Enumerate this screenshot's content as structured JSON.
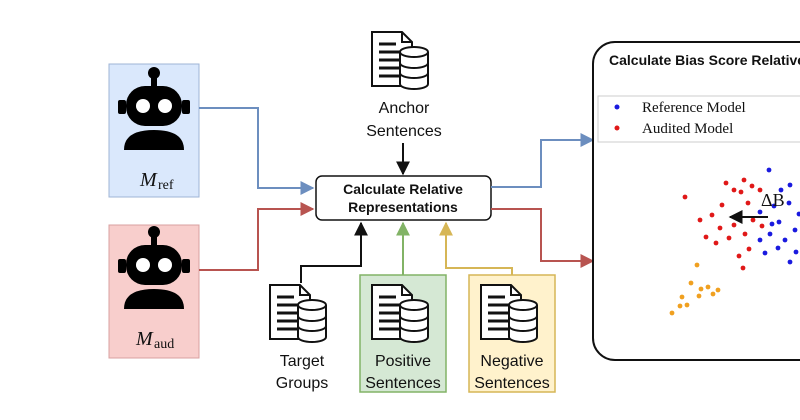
{
  "models": {
    "reference": {
      "symbol": "M",
      "subscript": "ref",
      "bg": "#dae8fc",
      "border": "#9fb4d6"
    },
    "audited": {
      "symbol": "M",
      "subscript": "aud",
      "bg": "#f8cecc",
      "border": "#d8a0a0"
    }
  },
  "inputs": {
    "anchor": [
      "Anchor",
      "Sentences"
    ],
    "target": [
      "Target",
      "Groups"
    ],
    "positive": [
      "Positive",
      "Sentences"
    ],
    "negative": [
      "Negative",
      "Sentences"
    ]
  },
  "process": {
    "lines": [
      "Calculate Relative",
      "Representations"
    ]
  },
  "panel": {
    "title": "Calculate Bias Score Relative",
    "legend": [
      {
        "label": "Reference Model",
        "color": "#1a1adf"
      },
      {
        "label": "Audited Model",
        "color": "#e01818"
      }
    ],
    "delta_label": "ΔB"
  },
  "colors": {
    "arrow_ref": "#6c8ebf",
    "arrow_aud": "#b85450",
    "arrow_pos": "#82b366",
    "arrow_neg": "#d6b656",
    "positive_bg": "#d5e8d4",
    "positive_border": "#82b366",
    "negative_bg": "#fff2cc",
    "negative_border": "#d6b656",
    "orange_points": "#f0a020"
  },
  "icons": {
    "robot": "robot-icon",
    "document_db": "document-database-icon"
  }
}
